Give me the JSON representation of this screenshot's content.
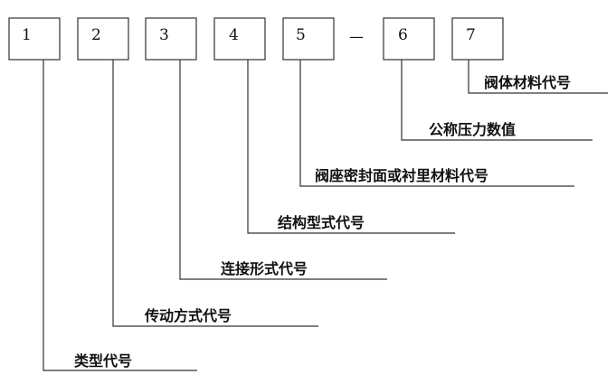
{
  "boxes": [
    "1",
    "2",
    "3",
    "4",
    "5",
    "6",
    "7"
  ],
  "separator": "—",
  "labels": [
    "类型代号",
    "传动方式代号",
    "连接形式代号",
    "结构型式代号",
    "阀座密封面或衬里材料代号",
    "公称压力数值",
    "阀体材料代号"
  ],
  "colors": {
    "stroke": "#333333",
    "text": "#111111"
  }
}
